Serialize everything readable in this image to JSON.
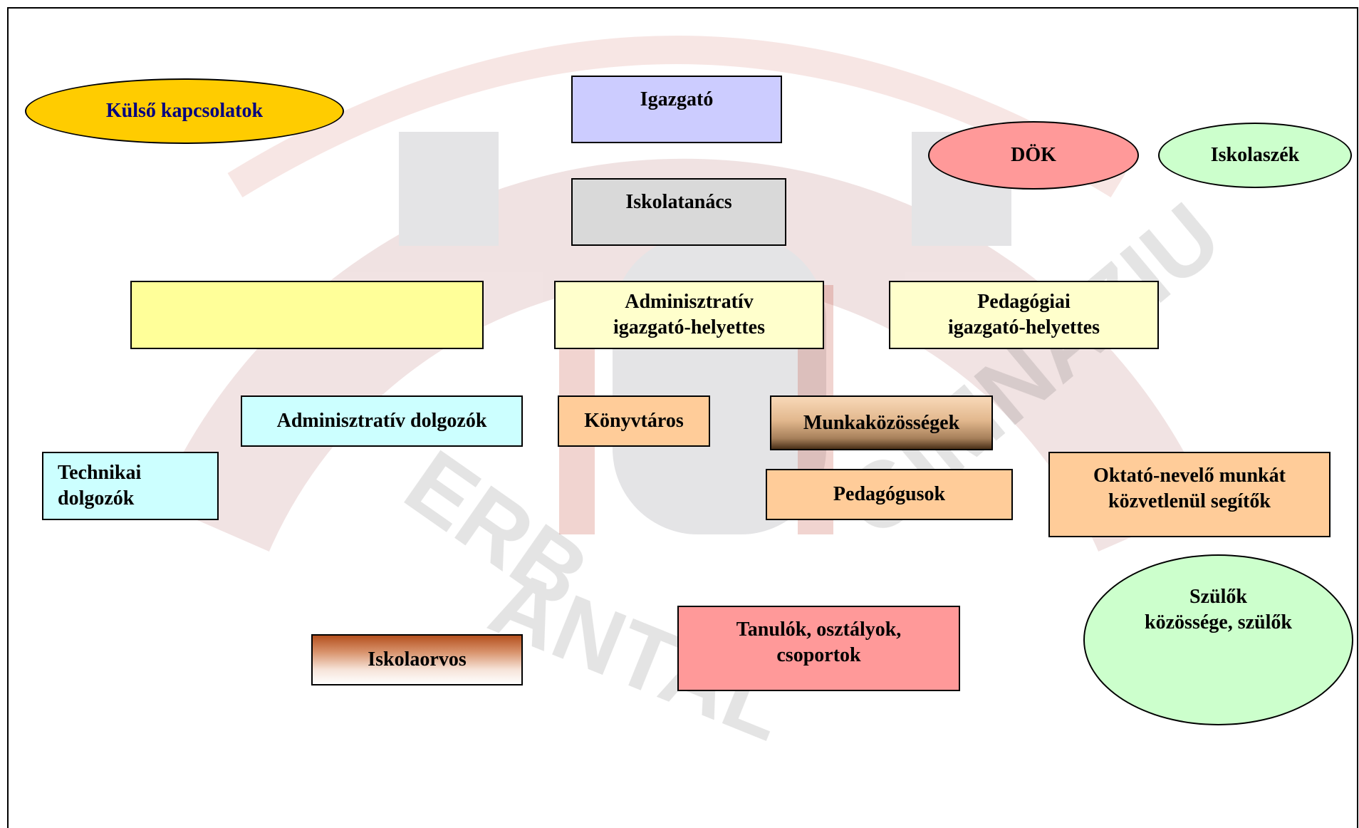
{
  "diagram": {
    "nodes": {
      "kulso_kapcsolatok": "Külső kapcsolatok",
      "igazgato": "Igazgató",
      "dok": "DÖK",
      "iskolaszek": "Iskolaszék",
      "iskolatanacs": "Iskolatanács",
      "unlabeled_box": "",
      "adminisztrativ_igazgato_helyettes": "Adminisztratív\nigazgató-helyettes",
      "pedagogiai_igazgato_helyettes": "Pedagógiai\nigazgató-helyettes",
      "adminisztrativ_dolgozok": "Adminisztratív dolgozók",
      "konyvtaros": "Könyvtáros",
      "munkakozossegek": "Munkaközösségek",
      "technikai_dolgozok": "Technikai\ndolgozók",
      "pedagogusok": "Pedagógusok",
      "oktato_nevelo": "Oktató-nevelő munkát\nközvetlenül segítők",
      "szulok": "Szülők\nközössége, szülők",
      "tanulok": "Tanulók, osztályok,\ncsoportok",
      "iskolaorvos": "Iskolaorvos"
    },
    "watermark": {
      "text": "ANTAL",
      "text_left": "ERB",
      "text_right": "GIMNÁZIU"
    },
    "colors": {
      "yellow_gold": "#ffcc00",
      "navy_text": "#000080",
      "lavender": "#ccccff",
      "pink": "#ff9999",
      "mint": "#ccffcc",
      "gray": "#d9d9d9",
      "light_yellow": "#ffff99",
      "cream": "#ffffcc",
      "light_cyan": "#ccffff",
      "peach": "#ffcc99",
      "watermark_red": "#c0392b"
    }
  }
}
